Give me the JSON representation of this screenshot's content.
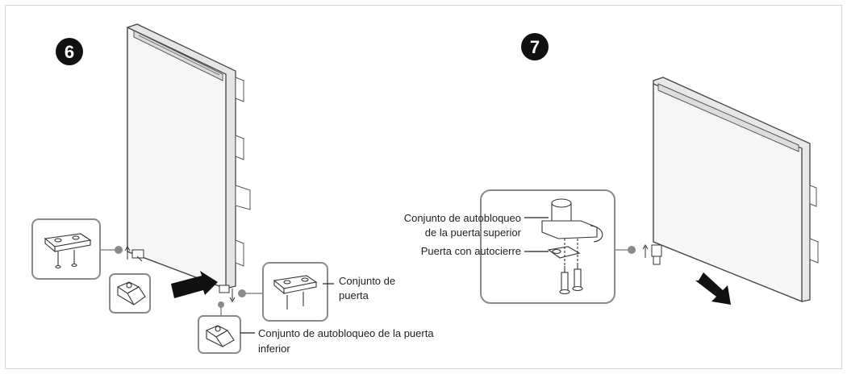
{
  "steps": {
    "step6": "6",
    "step7": "7"
  },
  "labels": {
    "upper_lock_line1": "Conjunto de autobloqueo",
    "upper_lock_line2": "de la puerta superior",
    "self_closing_door": "Puerta con autocierre",
    "door_assembly_line1": "Conjunto de",
    "door_assembly_line2": "puerta",
    "lower_lock_line1": "Conjunto de autobloqueo de la puerta",
    "lower_lock_line2": "inferior"
  },
  "colors": {
    "callout_gray": "#8a8a8a",
    "arrow_fill": "#111111",
    "door_fill": "#f4f4f4"
  }
}
